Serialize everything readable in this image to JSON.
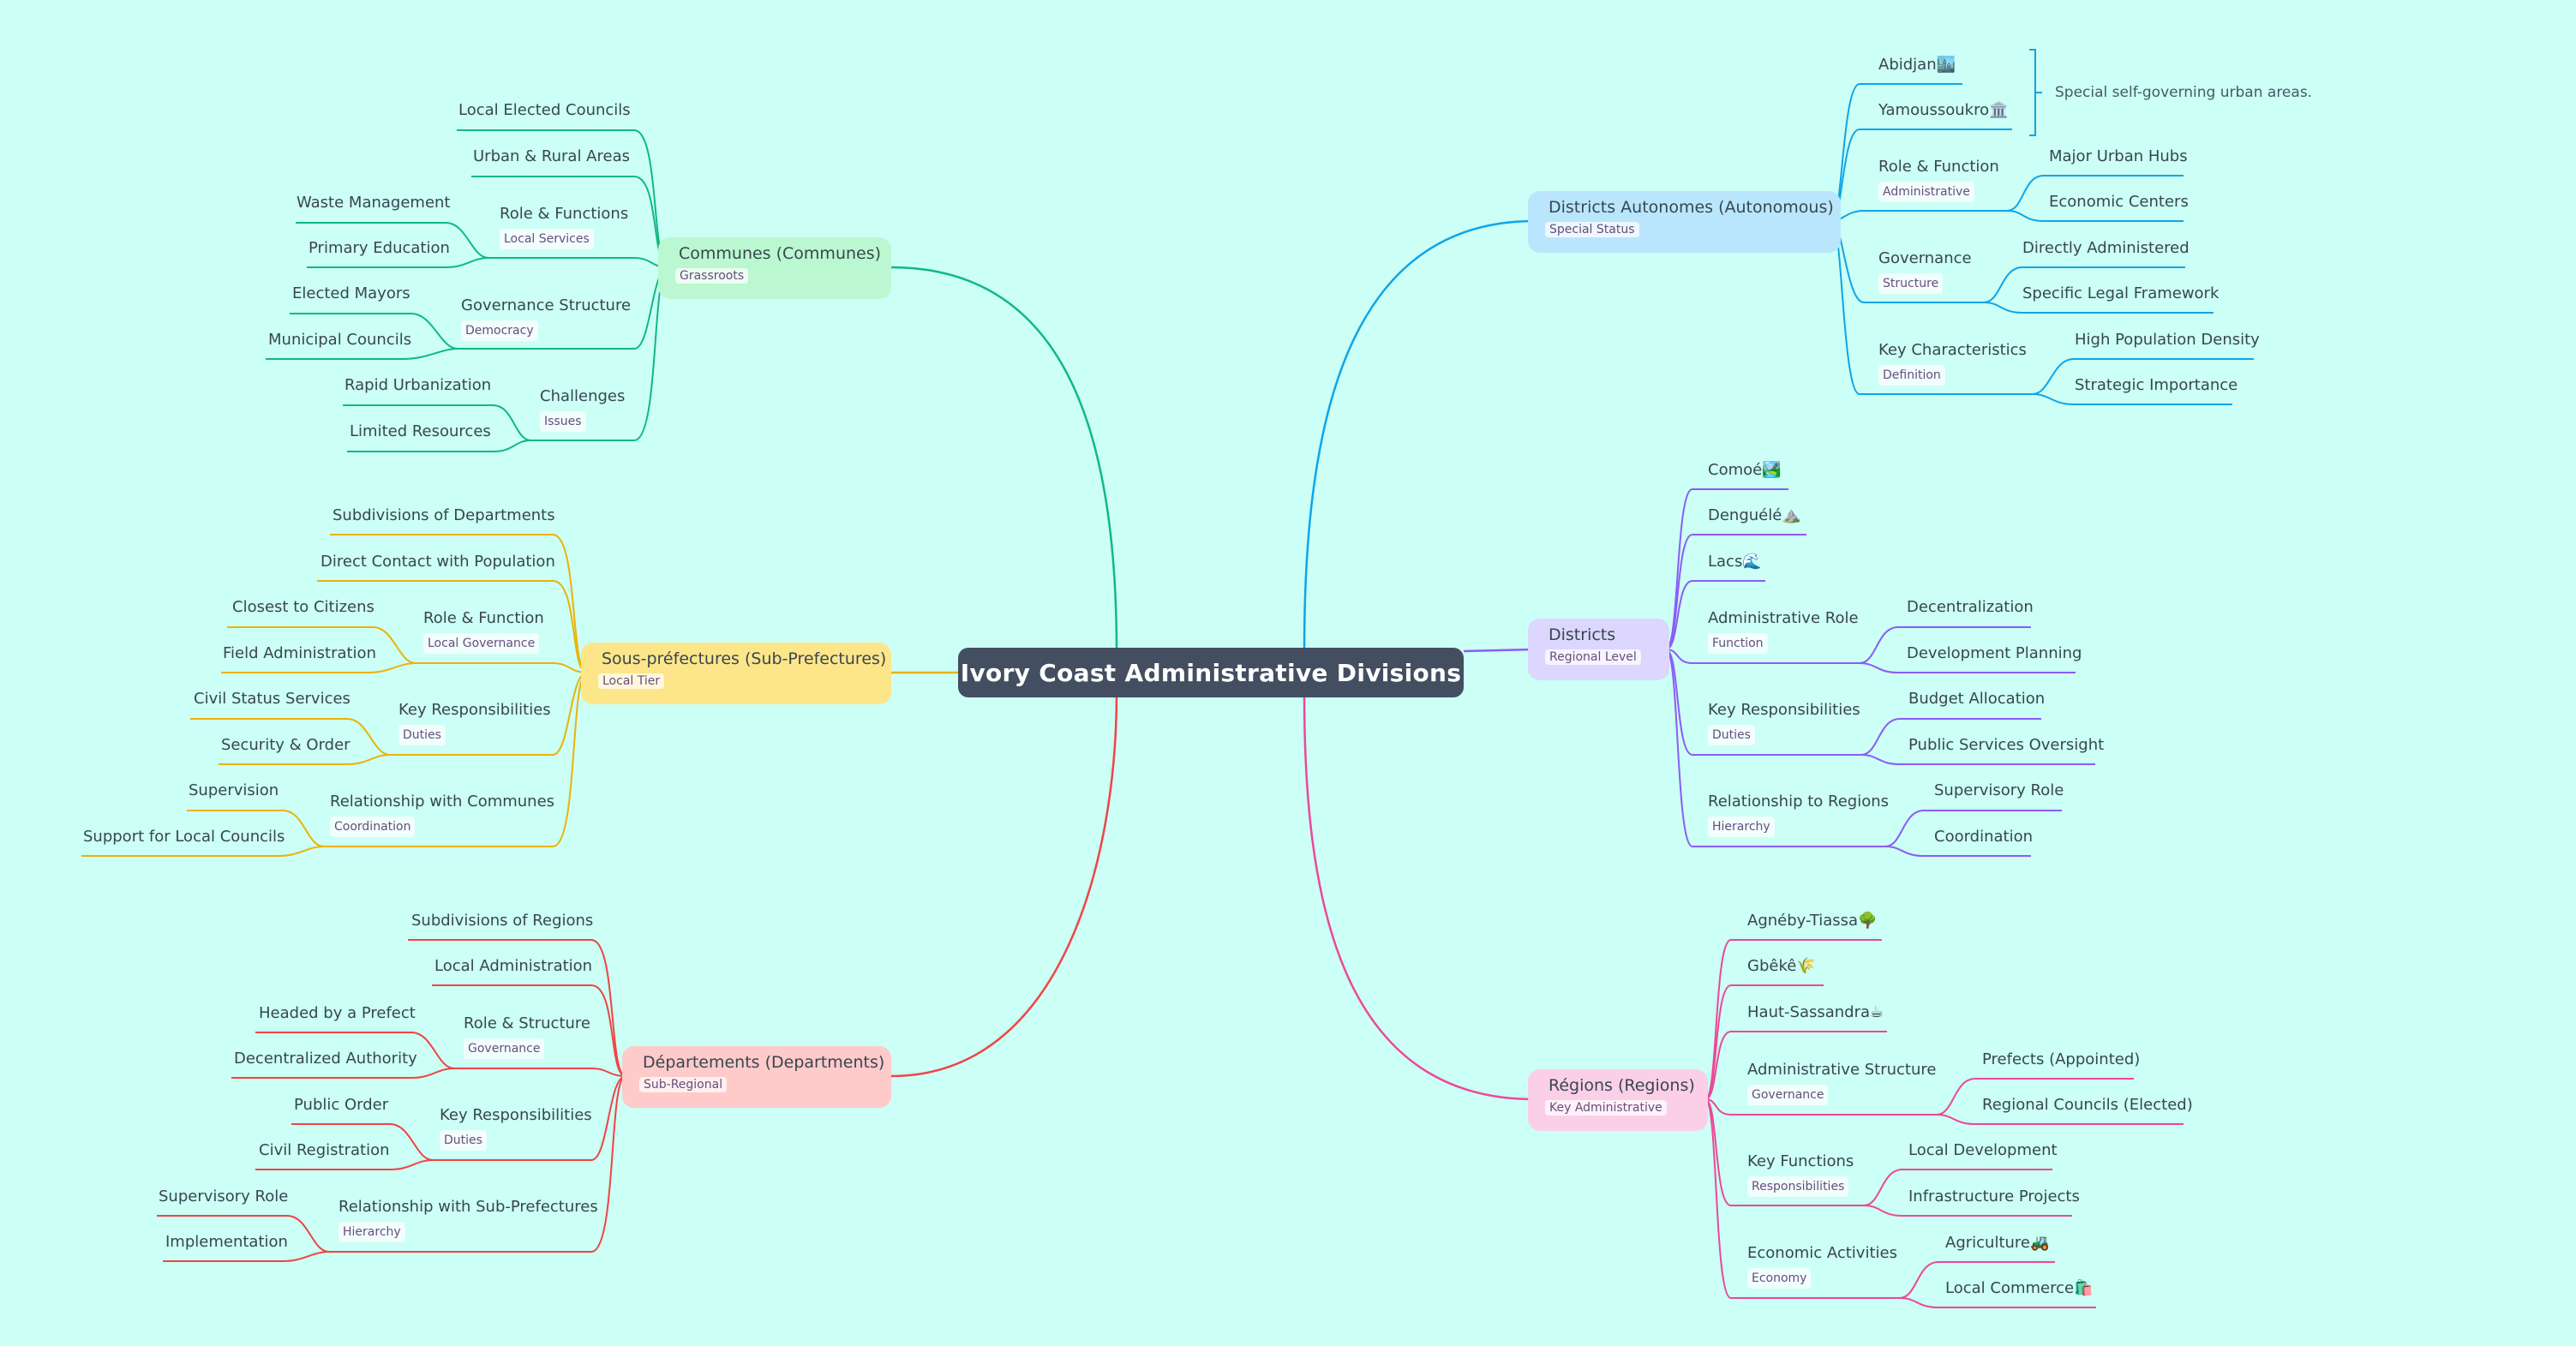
{
  "root": "Ivory Coast Administrative Divisions",
  "branches": {
    "communes": {
      "title": "Communes (Communes)",
      "tag": "Grassroots",
      "items": {
        "local_elected_councils": "Local Elected Councils",
        "urban_rural": "Urban & Rural Areas",
        "role": {
          "label": "Role & Functions",
          "tag": "Local Services",
          "children": [
            "Waste Management",
            "Primary Education"
          ]
        },
        "governance": {
          "label": "Governance Structure",
          "tag": "Democracy",
          "children": [
            "Elected Mayors",
            "Municipal Councils"
          ]
        },
        "challenges": {
          "label": "Challenges",
          "tag": "Issues",
          "children": [
            "Rapid Urbanization",
            "Limited Resources"
          ]
        }
      }
    },
    "sous_prefectures": {
      "title": "Sous-préfectures (Sub-Prefectures)",
      "tag": "Local Tier",
      "items": {
        "subdivisions": "Subdivisions of Departments",
        "direct_contact": "Direct Contact with Population",
        "role": {
          "label": "Role & Function",
          "tag": "Local Governance",
          "children": [
            "Closest to Citizens",
            "Field Administration"
          ]
        },
        "key_resp": {
          "label": "Key Responsibilities",
          "tag": "Duties",
          "children": [
            "Civil Status Services",
            "Security & Order"
          ]
        },
        "relationship": {
          "label": "Relationship with Communes",
          "tag": "Coordination",
          "children": [
            "Supervision",
            "Support for Local Councils"
          ]
        }
      }
    },
    "departements": {
      "title": "Départements (Departments)",
      "tag": "Sub-Regional",
      "items": {
        "subdivisions": "Subdivisions of Regions",
        "local_admin": "Local Administration",
        "role": {
          "label": "Role & Structure",
          "tag": "Governance",
          "children": [
            "Headed by a Prefect",
            "Decentralized Authority"
          ]
        },
        "key_resp": {
          "label": "Key Responsibilities",
          "tag": "Duties",
          "children": [
            "Public Order",
            "Civil Registration"
          ]
        },
        "relationship": {
          "label": "Relationship with Sub-Prefectures",
          "tag": "Hierarchy",
          "children": [
            "Supervisory Role",
            "Implementation"
          ]
        }
      }
    },
    "districts_autonomes": {
      "title": "Districts Autonomes (Autonomous)",
      "tag": "Special Status",
      "items": {
        "abidjan": "Abidjan🏙️",
        "yamoussoukro": "Yamoussoukro🏛️",
        "note": "Special self-governing urban areas.",
        "role": {
          "label": "Role & Function",
          "tag": "Administrative",
          "children": [
            "Major Urban Hubs",
            "Economic Centers"
          ]
        },
        "governance": {
          "label": "Governance",
          "tag": "Structure",
          "children": [
            "Directly Administered",
            "Specific Legal Framework"
          ]
        },
        "key_char": {
          "label": "Key Characteristics",
          "tag": "Definition",
          "children": [
            "High Population Density",
            "Strategic Importance"
          ]
        }
      }
    },
    "districts": {
      "title": "Districts",
      "tag": "Regional Level",
      "items": {
        "comoe": "Comoé🏞️",
        "denguele": "Denguélé⛰️",
        "lacs": "Lacs🌊",
        "admin_role": {
          "label": "Administrative Role",
          "tag": "Function",
          "children": [
            "Decentralization",
            "Development Planning"
          ]
        },
        "key_resp": {
          "label": "Key Responsibilities",
          "tag": "Duties",
          "children": [
            "Budget Allocation",
            "Public Services Oversight"
          ]
        },
        "relationship": {
          "label": "Relationship to Regions",
          "tag": "Hierarchy",
          "children": [
            "Supervisory Role",
            "Coordination"
          ]
        }
      }
    },
    "regions": {
      "title": "Régions (Regions)",
      "tag": "Key Administrative",
      "items": {
        "agneby": "Agnéby-Tiassa🌳",
        "gbeke": "Gbêkê🌾",
        "haut_sassandra": "Haut-Sassandra☕",
        "admin_structure": {
          "label": "Administrative Structure",
          "tag": "Governance",
          "children": [
            "Prefects (Appointed)",
            "Regional Councils (Elected)"
          ]
        },
        "key_functions": {
          "label": "Key Functions",
          "tag": "Responsibilities",
          "children": [
            "Local Development",
            "Infrastructure Projects"
          ]
        },
        "economic": {
          "label": "Economic Activities",
          "tag": "Economy",
          "children": [
            "Agriculture🚜",
            "Local Commerce🛍️"
          ]
        }
      }
    }
  },
  "colors": {
    "background": "#ccfff5",
    "root_fill": "#434f61",
    "communes": "#10b981",
    "communes_fill": "#bbf7d0",
    "sous_prefectures": "#eab308",
    "sous_prefectures_fill": "#fde68a",
    "departements": "#ef4444",
    "departements_fill": "#fecaca",
    "districts_autonomes": "#0ea5e9",
    "districts_autonomes_fill": "#bae6fd",
    "districts": "#8b5cf6",
    "districts_fill": "#ddd6fe",
    "regions": "#ec4899",
    "regions_fill": "#fbcfe8"
  }
}
